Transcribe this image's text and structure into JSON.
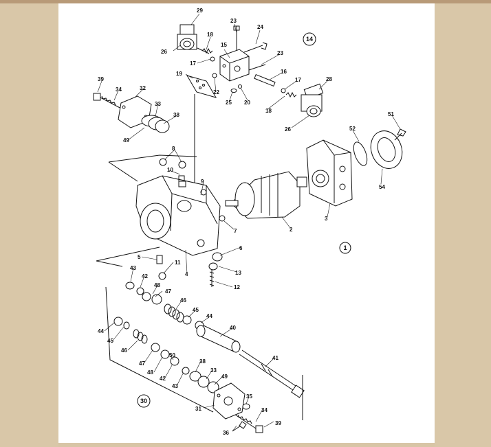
{
  "diagram": {
    "group_labels": [
      "14",
      "1",
      "30"
    ],
    "part_labels": {
      "p29": "29",
      "p18a": "18",
      "p23a": "23",
      "p24": "24",
      "p26a": "26",
      "p15": "15",
      "p17a": "17",
      "p23b": "23",
      "p19": "19",
      "p22": "22",
      "p16": "16",
      "p17b": "17",
      "p28": "28",
      "p25": "25",
      "p20": "20",
      "p18b": "18",
      "p26b": "26",
      "p39a": "39",
      "p34a": "34",
      "p32": "32",
      "p33a": "33",
      "p38a": "38",
      "p49a": "49",
      "p51": "51",
      "p52": "52",
      "p8": "8",
      "p10": "10",
      "p9": "9",
      "p54": "54",
      "p3": "3",
      "p7": "7",
      "p2": "2",
      "p6": "6",
      "p5": "5",
      "p11": "11",
      "p4": "4",
      "p13": "13",
      "p43a": "43",
      "p42a": "42",
      "p48a": "48",
      "p47a": "47",
      "p12": "12",
      "p46a": "46",
      "p45a": "45",
      "p44a": "44",
      "p40": "40",
      "p44b": "44",
      "p45b": "45",
      "p46b": "46",
      "p41": "41",
      "p47b": "47",
      "p50": "50",
      "p48b": "48",
      "p38b": "38",
      "p42b": "42",
      "p33b": "33",
      "p49b": "49",
      "p43b": "43",
      "p35": "35",
      "p31": "31",
      "p34b": "34",
      "p39b": "39",
      "p36": "36"
    }
  }
}
